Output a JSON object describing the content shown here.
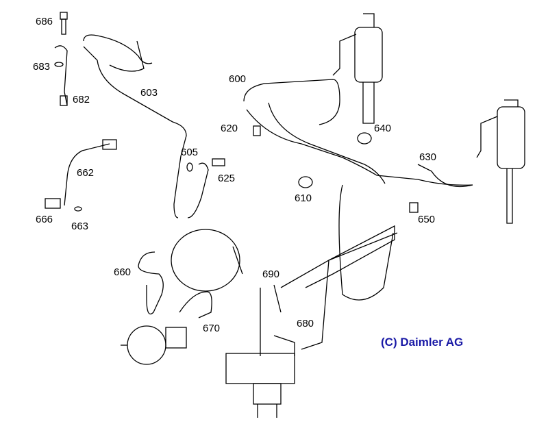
{
  "diagram": {
    "part_labels": [
      "686",
      "683",
      "682",
      "603",
      "600",
      "620",
      "640",
      "605",
      "625",
      "662",
      "630",
      "610",
      "650",
      "666",
      "663",
      "660",
      "690",
      "670",
      "680"
    ],
    "copyright": "(C) Daimler AG"
  },
  "colors": {
    "copyright": "#1a1aa6",
    "lines": "#000000"
  }
}
